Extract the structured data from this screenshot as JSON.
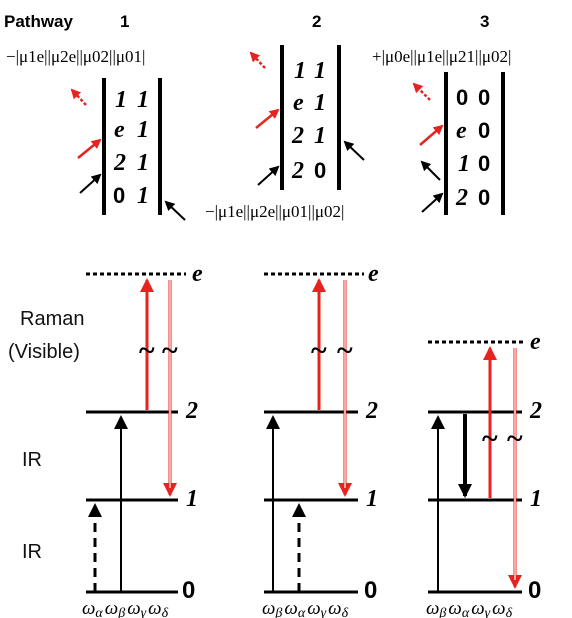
{
  "header": {
    "title": "Pathway"
  },
  "pathways": [
    {
      "number": "1",
      "amplitude": "−|μ1e||μ2e||μ02||μ01|",
      "kets": [
        [
          "1",
          "1"
        ],
        [
          "e",
          "1"
        ],
        [
          "2",
          "1"
        ],
        [
          "0",
          "1"
        ]
      ]
    },
    {
      "number": "2",
      "amplitude": "−|μ1e||μ2e||μ01||μ02|",
      "kets": [
        [
          "1",
          "1"
        ],
        [
          "e",
          "1"
        ],
        [
          "2",
          "1"
        ],
        [
          "2",
          "0"
        ]
      ]
    },
    {
      "number": "3",
      "amplitude": "+|μ0e||μ1e||μ21||μ02|",
      "kets": [
        [
          "0",
          "0"
        ],
        [
          "e",
          "0"
        ],
        [
          "1",
          "0"
        ],
        [
          "2",
          "0"
        ]
      ]
    }
  ],
  "labels": {
    "raman_line1": "Raman",
    "raman_line2": "(Visible)",
    "ir_upper": "IR",
    "ir_lower": "IR"
  },
  "levels": {
    "e": "e",
    "two": "2",
    "one": "1",
    "zero": "0"
  },
  "tilde": "~",
  "frequencies": [
    {
      "a": "ω",
      "a_sub": "α",
      "b": "ω",
      "b_sub": "β",
      "c": "ω",
      "c_sub": "γ",
      "d": "ω",
      "d_sub": "δ"
    },
    {
      "a": "ω",
      "a_sub": "β",
      "b": "ω",
      "b_sub": "α",
      "c": "ω",
      "c_sub": "γ",
      "d": "ω",
      "d_sub": "δ"
    },
    {
      "a": "ω",
      "a_sub": "β",
      "b": "ω",
      "b_sub": "α",
      "c": "ω",
      "c_sub": "γ",
      "d": "ω",
      "d_sub": "δ"
    }
  ],
  "colors": {
    "red": "#e8231f",
    "black": "#000000"
  }
}
